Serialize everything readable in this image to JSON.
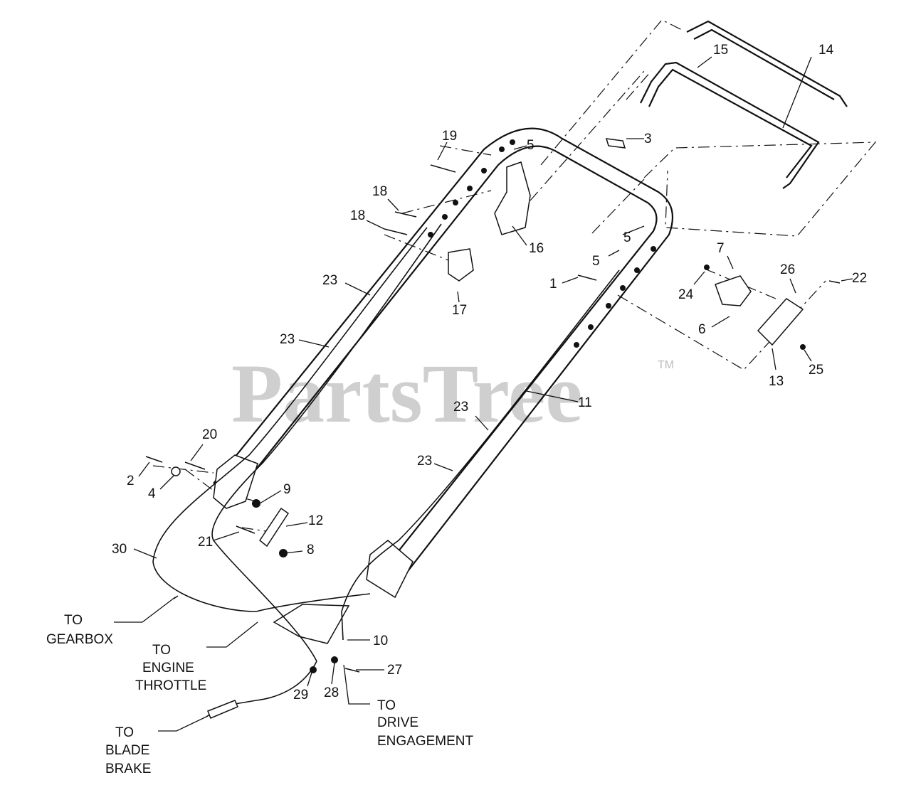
{
  "watermark": {
    "text": "PartsTree",
    "mark": "TM"
  },
  "callouts": [
    {
      "id": "c14",
      "label": "14"
    },
    {
      "id": "c15",
      "label": "15"
    },
    {
      "id": "c3",
      "label": "3"
    },
    {
      "id": "c19",
      "label": "19"
    },
    {
      "id": "c5a",
      "label": "5"
    },
    {
      "id": "c18a",
      "label": "18"
    },
    {
      "id": "c18b",
      "label": "18"
    },
    {
      "id": "c16",
      "label": "16"
    },
    {
      "id": "c5b",
      "label": "5"
    },
    {
      "id": "c5c",
      "label": "5"
    },
    {
      "id": "c7",
      "label": "7"
    },
    {
      "id": "c1",
      "label": "1"
    },
    {
      "id": "c23a",
      "label": "23"
    },
    {
      "id": "c17",
      "label": "17"
    },
    {
      "id": "c24",
      "label": "24"
    },
    {
      "id": "c26",
      "label": "26"
    },
    {
      "id": "c22",
      "label": "22"
    },
    {
      "id": "c6",
      "label": "6"
    },
    {
      "id": "c23b",
      "label": "23"
    },
    {
      "id": "c13",
      "label": "13"
    },
    {
      "id": "c25",
      "label": "25"
    },
    {
      "id": "c11",
      "label": "11"
    },
    {
      "id": "c23c",
      "label": "23"
    },
    {
      "id": "c20",
      "label": "20"
    },
    {
      "id": "c2",
      "label": "2"
    },
    {
      "id": "c4",
      "label": "4"
    },
    {
      "id": "c9",
      "label": "9"
    },
    {
      "id": "c23d",
      "label": "23"
    },
    {
      "id": "c12",
      "label": "12"
    },
    {
      "id": "c30",
      "label": "30"
    },
    {
      "id": "c8",
      "label": "8"
    },
    {
      "id": "c21",
      "label": "21"
    },
    {
      "id": "c10",
      "label": "10"
    },
    {
      "id": "c27",
      "label": "27"
    },
    {
      "id": "c29",
      "label": "29"
    },
    {
      "id": "c28",
      "label": "28"
    }
  ],
  "destinations": {
    "gearbox": [
      "TO",
      "GEARBOX"
    ],
    "engine_throttle": [
      "TO",
      "ENGINE",
      "THROTTLE"
    ],
    "drive_engagement": [
      "TO",
      "DRIVE",
      "ENGAGEMENT"
    ],
    "blade_brake": [
      "TO",
      "BLADE",
      "BRAKE"
    ]
  },
  "colors": {
    "line": "#111111",
    "watermark": "#cfcfcf",
    "background": "#ffffff"
  }
}
